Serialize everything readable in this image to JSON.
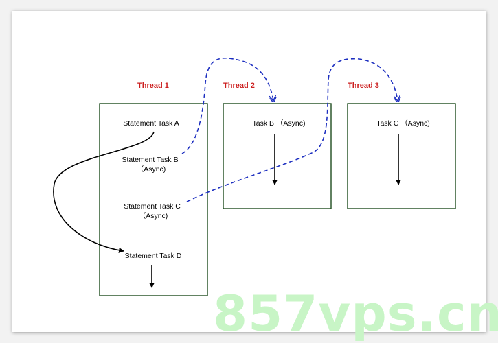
{
  "colors": {
    "box_border": "#1e4d1e",
    "thread_label": "#cc1f1f",
    "async_arrow": "#1d2fc0",
    "flow_arrow": "#000000",
    "watermark": "#c8f5c6"
  },
  "threads": [
    {
      "label": "Thread 1"
    },
    {
      "label": "Thread 2"
    },
    {
      "label": "Thread 3"
    }
  ],
  "thread1_tasks": {
    "task_a": [
      "Statement Task A"
    ],
    "task_b": [
      "Statement Task B",
      "（Async)"
    ],
    "task_c": [
      "Statement Task C",
      "（Async)"
    ],
    "task_d": [
      "Statement Task D"
    ]
  },
  "thread2_task": [
    "Task B （Async)"
  ],
  "thread3_task": [
    "Task C （Async)"
  ],
  "watermark": "857vps.cn"
}
